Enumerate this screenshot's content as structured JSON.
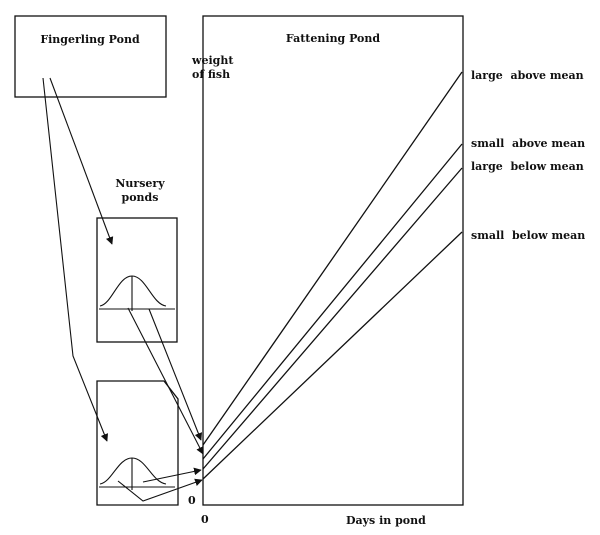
{
  "fingerling": {
    "label": "Fingerling Pond"
  },
  "fattening": {
    "label": "Fattening Pond"
  },
  "nursery": {
    "label_line1": "Nursery",
    "label_line2": "ponds"
  },
  "axis": {
    "ylabel_line1": "weight",
    "ylabel_line2": "of fish",
    "xlabel": "Days in pond",
    "x_origin": "0",
    "y_origin": "0"
  },
  "lines": [
    {
      "label": "large  above mean"
    },
    {
      "label": "small  above mean"
    },
    {
      "label": "large  below mean"
    },
    {
      "label": "small  below mean"
    }
  ],
  "colors": {
    "ink": "#111111",
    "background": "#ffffff"
  }
}
